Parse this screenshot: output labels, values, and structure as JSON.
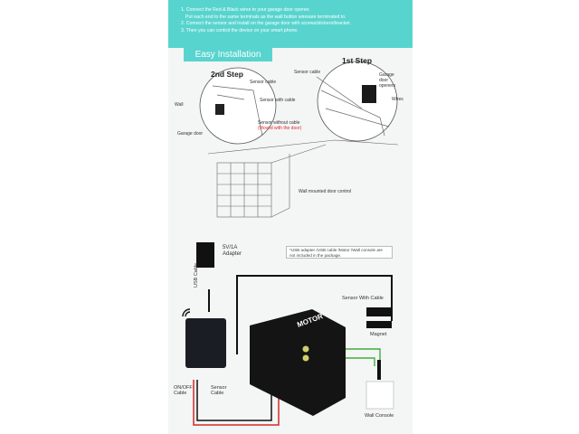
{
  "instructions": [
    "1. Connect the Red & Black wires to your garage door opener.",
    "Put each end to the same terminals as the wall button wiresare terminated to.",
    "2. Connect the sensor and install on the garage door with screws/stickers/bracket.",
    "3. Then you can control the device on your smart phone."
  ],
  "section_title": "Easy Installation",
  "step2": {
    "title": "2nd Step",
    "labels": {
      "sensor_cable": "Sensor cable",
      "sensor_with_cable": "Sensor with cable",
      "wall": "Wall",
      "sensor_without_cable": "Sensor without cable",
      "moved_note": "(Moved with the door)",
      "garage_door": "Garage door"
    }
  },
  "step1": {
    "title": "1st Step",
    "labels": {
      "sensor_cable": "Sensor cable",
      "opener": "Garage door openers",
      "wires": "Wires"
    }
  },
  "wall_control_label": "Wall mounted door control",
  "wiring": {
    "adapter": "5V/1A Adapter",
    "usb_cable": "USB Cable",
    "note": "*USB adapter /USB cable /Motor /Wall console are not included in the package.",
    "sensor_with_cable": "Sensor With Cable",
    "magnet": "Magnet",
    "motor": "MOTOR",
    "onoff_cable": "ON/OFF Cable",
    "sensor_cable": "Sensor Cable",
    "wall_console": "Wall Console"
  },
  "colors": {
    "accent": "#58d4cf",
    "red_wire": "#d42a2a",
    "green_wire": "#3fae3f"
  }
}
